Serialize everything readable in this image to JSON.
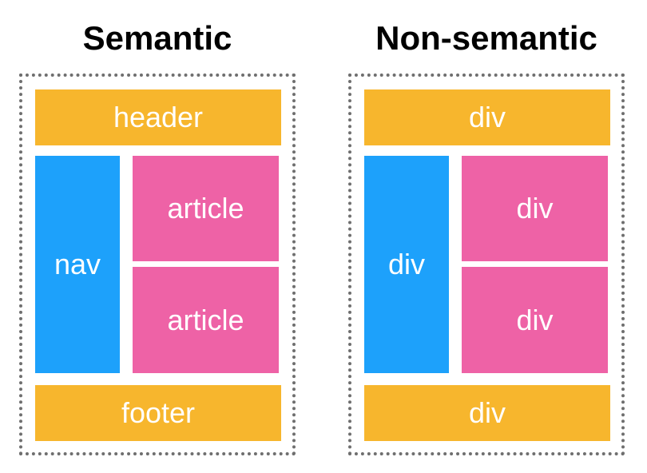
{
  "colors": {
    "header_footer": "#F7B62D",
    "nav": "#1DA1FB",
    "article": "#EE62A6",
    "frame_border": "#6f6f6f"
  },
  "semantic": {
    "title": "Semantic",
    "header": "header",
    "nav": "nav",
    "article_top": "article",
    "article_bottom": "article",
    "footer": "footer"
  },
  "non_semantic": {
    "title": "Non-semantic",
    "header": "div",
    "nav": "div",
    "article_top": "div",
    "article_bottom": "div",
    "footer": "div"
  }
}
